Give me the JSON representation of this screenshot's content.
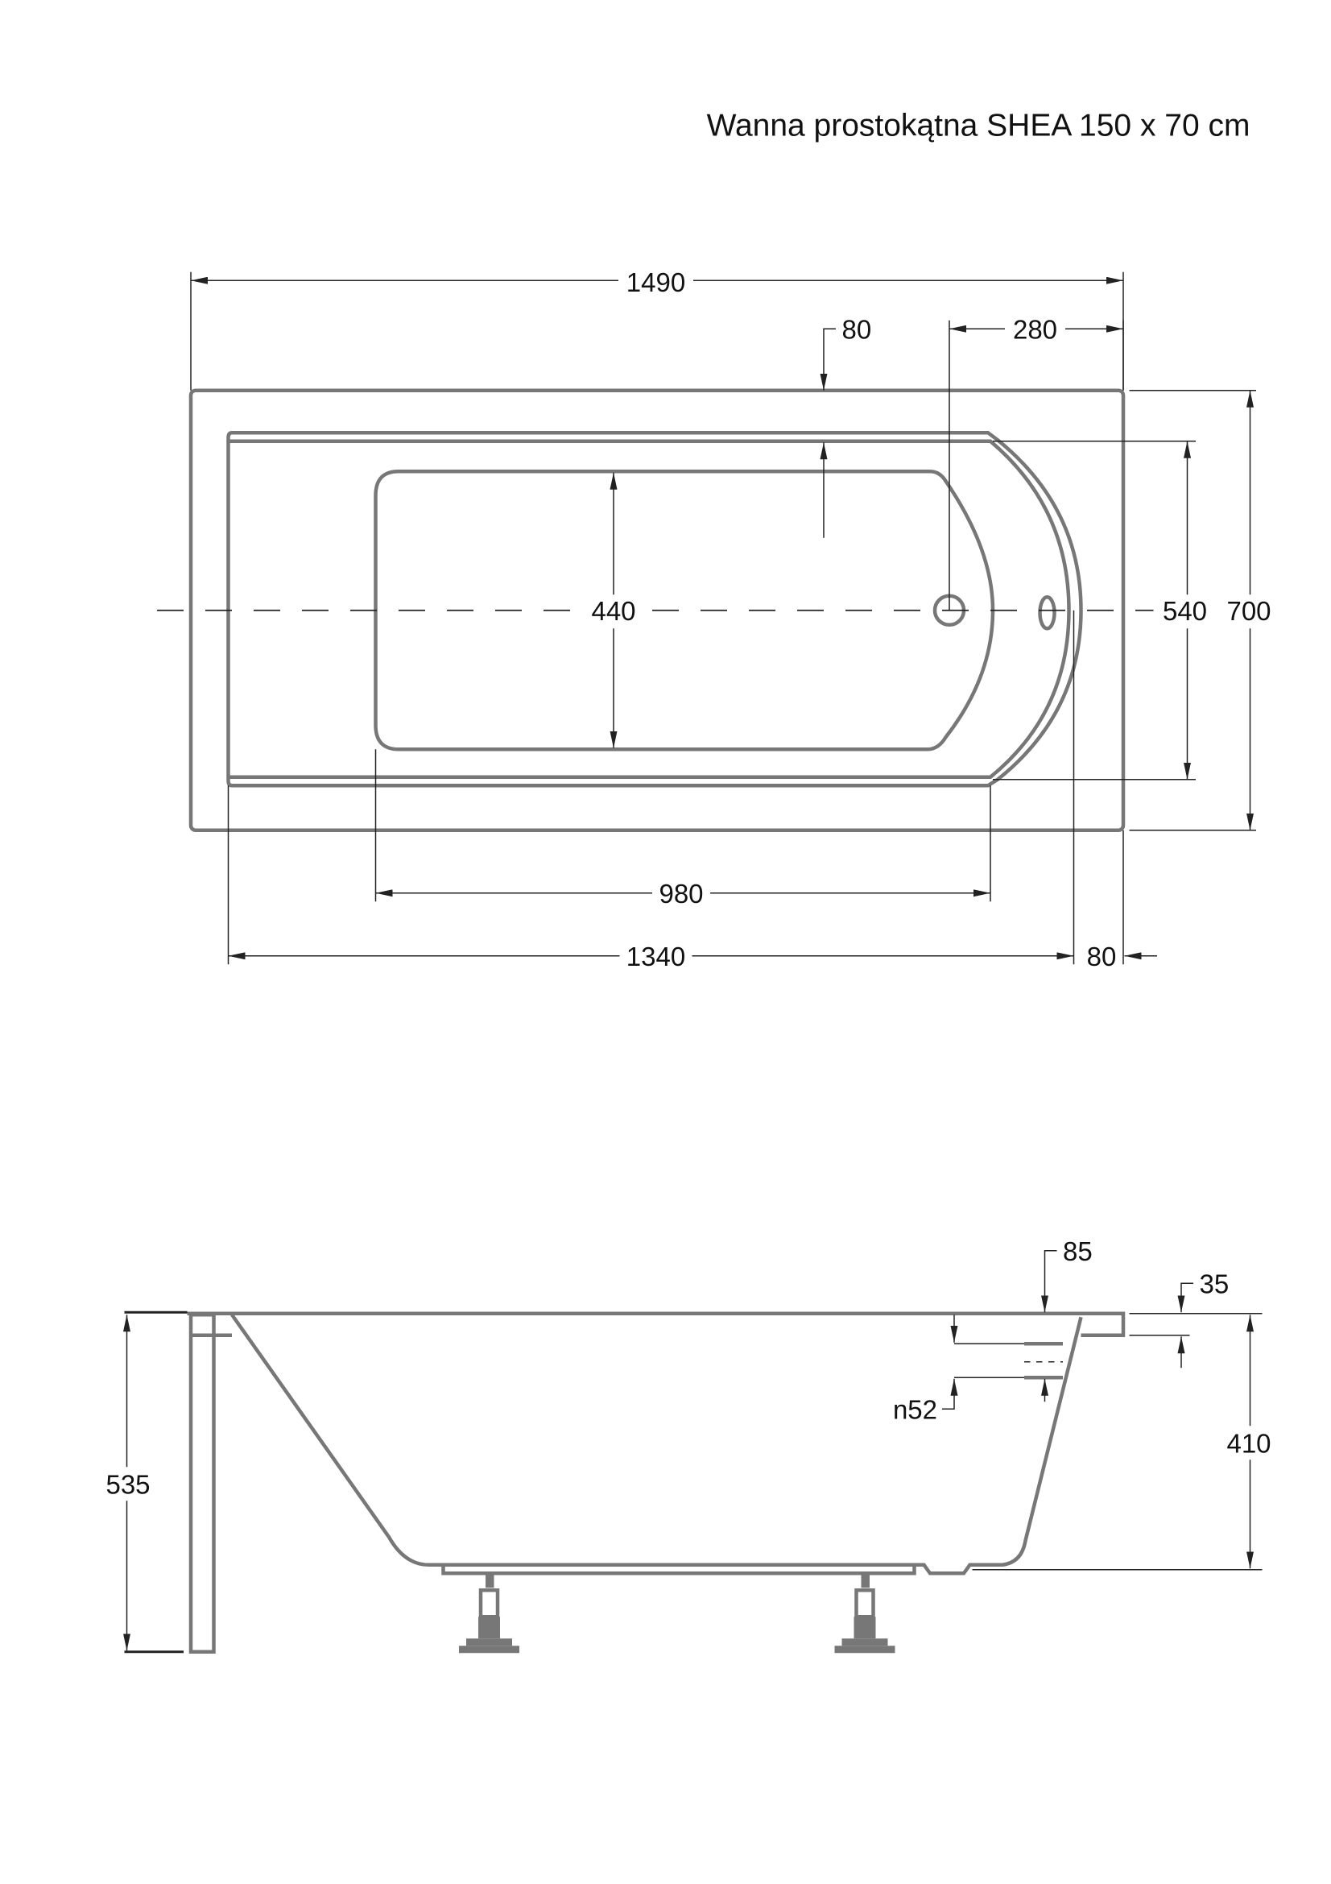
{
  "title": "Wanna prostokątna SHEA 150 x 70 cm",
  "top_view": {
    "overall_length": "1490",
    "rim_width": "80",
    "drain_offset": "280",
    "basin_width": "440",
    "inner_width": "540",
    "overall_width": "700",
    "basin_length": "980",
    "inner_length": "1340",
    "end_rim": "80"
  },
  "side_view": {
    "total_height": "535",
    "depth": "410",
    "overflow_position": "85",
    "rim_thickness": "35",
    "overflow_diameter": "n52"
  }
}
